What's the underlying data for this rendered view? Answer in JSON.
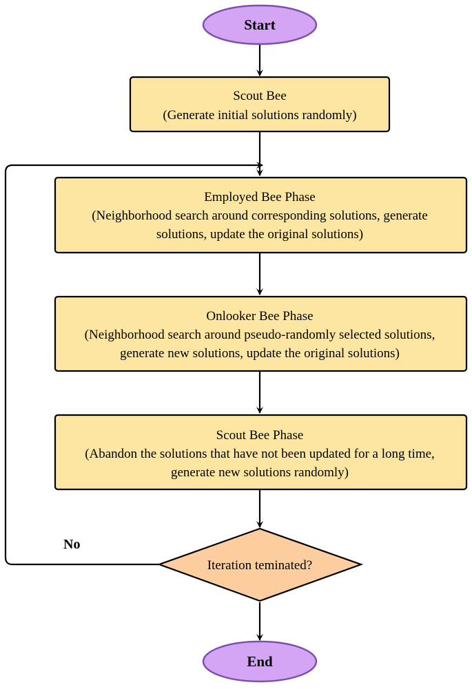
{
  "colors": {
    "terminal_fill": "#d5a5f5",
    "terminal_stroke": "#7b4fb0",
    "process_fill": "#fde6a2",
    "decision_fill": "#fbcd9f",
    "stroke": "#000000"
  },
  "nodes": {
    "start": {
      "label": "Start"
    },
    "scout_init": {
      "lines": [
        "Scout Bee",
        "(Generate initial solutions randomly)"
      ]
    },
    "employed": {
      "lines": [
        "Employed Bee Phase",
        "(Neighborhood search around corresponding solutions, generate",
        "solutions, update the original solutions)"
      ]
    },
    "onlooker": {
      "lines": [
        "Onlooker Bee Phase",
        "(Neighborhood search around pseudo-randomly selected solutions,",
        "generate new solutions, update the original solutions)"
      ]
    },
    "scout_phase": {
      "lines": [
        "Scout Bee Phase",
        "(Abandon the solutions that have not been updated for a long time,",
        "generate new solutions randomly)"
      ]
    },
    "decision": {
      "label": "Iteration teminated?"
    },
    "end": {
      "label": "End"
    }
  },
  "edges": {
    "loop_label": "No"
  }
}
